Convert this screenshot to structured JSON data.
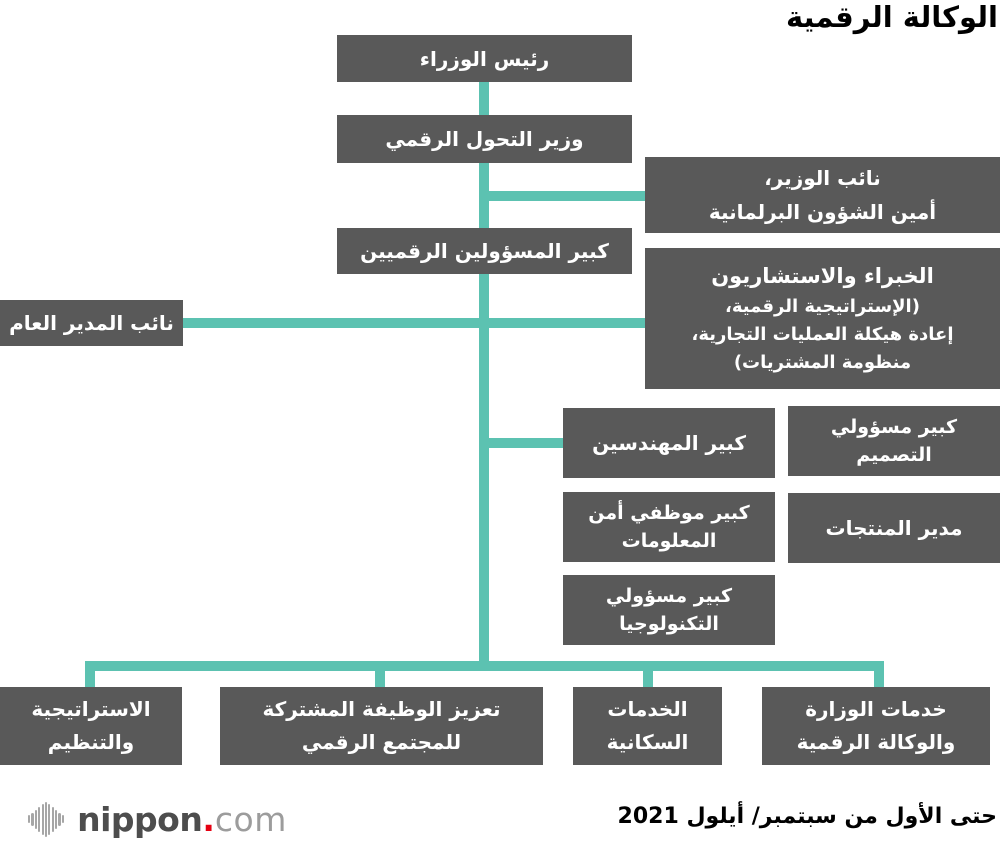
{
  "title": "الوكالة الرقمية",
  "org": {
    "prime_minister": "رئيس الوزراء",
    "digital_transformation_minister": "وزير التحول الرقمي",
    "deputy_minister": "نائب الوزير،\nأمين الشؤون البرلمانية",
    "chief_digital_officers": "كبير المسؤولين الرقميين",
    "deputy_director_general": "نائب المدير العام",
    "experts_title": "الخبراء والاستشاريون",
    "experts_details": "(الإستراتيجية الرقمية،\nإعادة هيكلة العمليات التجارية،\nمنظومة المشتريات)",
    "chief_engineers": "كبير المهندسين",
    "chief_design_officer": "كبير مسؤولي\nالتصميم",
    "chief_information_security_officer": "كبير موظفي أمن\nالمعلومات",
    "product_manager": "مدير المنتجات",
    "chief_technology_officer": "كبير مسؤولي\nالتكنولوجيا",
    "strategy_and_organization": "الاستراتيجية\nوالتنظيم",
    "digital_society_common_function": "تعزيز الوظيفة المشتركة\nللمجتمع الرقمي",
    "population_services": "الخدمات\nالسكانية",
    "ministry_and_agency_services": "خدمات الوزارة\nوالوكالة الرقمية"
  },
  "footer": {
    "logo_name": "nippon",
    "logo_dot": ".",
    "logo_tld": "com",
    "date_note": "حتى الأول من سبتمبر/ أيلول 2021"
  },
  "colors": {
    "box_gray": "#595959",
    "connector_teal": "#5cc2b1",
    "logo_red": "#e60012",
    "title_black": "#000000"
  }
}
